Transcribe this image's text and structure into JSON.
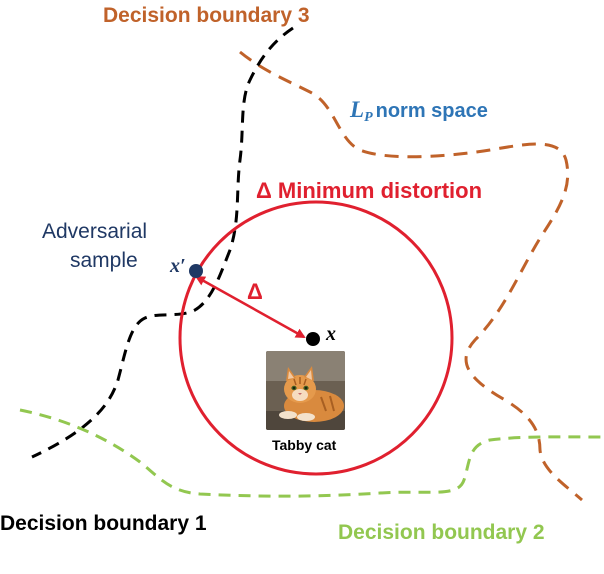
{
  "labels": {
    "boundary_3": "Decision boundary 3",
    "boundary_1": "Decision boundary 1",
    "boundary_2": "Decision boundary 2",
    "norm_space_symbol": "L",
    "norm_space_subscript": "P",
    "norm_space_text": "norm space",
    "minimum_distortion": "Δ Minimum distortion",
    "delta": "Δ",
    "adversarial_line1": "Adversarial",
    "adversarial_line2": "sample",
    "x_prime": "x′",
    "x": "x",
    "cat_caption": "Tabby cat"
  },
  "colors": {
    "boundary_3": "#c0622a",
    "boundary_1": "#000000",
    "boundary_2": "#92c750",
    "norm_space": "#2e75b6",
    "distortion": "#e0202f",
    "adversarial": "#1f3864",
    "point": "#000000"
  },
  "icons": {
    "cat_image": "tabby-cat-photo-icon"
  }
}
